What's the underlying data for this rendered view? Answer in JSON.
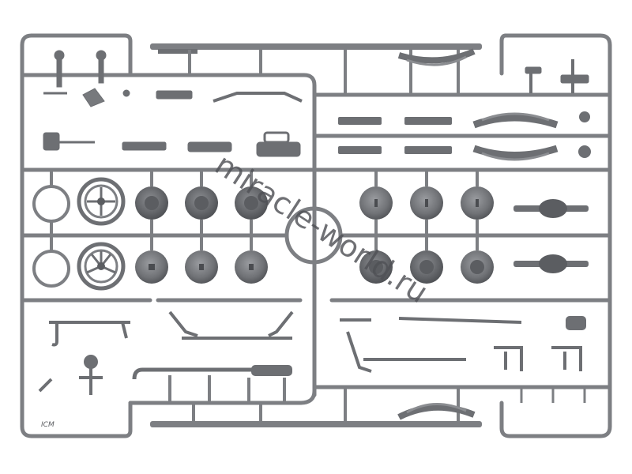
{
  "watermark": {
    "text": "miracle-world.ru",
    "color": "#5a5a5a"
  },
  "sprue_marking": {
    "text": "ICM"
  },
  "palette": {
    "plastic": "#7d7f83",
    "plastic_dark": "#5b5d61",
    "plastic_light": "#a3a5a9",
    "background": "#ffffff"
  },
  "parts": {
    "wheel_rims": [
      "rim-1",
      "rim-2"
    ],
    "spoked_wheels": [
      "spoked-wheel-1",
      "spoked-wheel-2"
    ],
    "brake_drums_row_1": [
      "drum-1",
      "drum-2",
      "drum-3",
      "drum-4",
      "drum-5",
      "drum-6"
    ],
    "brake_drums_row_2": [
      "drum-7",
      "drum-8",
      "drum-9",
      "drum-10",
      "drum-11",
      "drum-12"
    ],
    "leaf_springs": [
      "leaf-spring-1",
      "leaf-spring-2",
      "leaf-spring-3",
      "leaf-spring-4"
    ],
    "axles": [
      "axle-1",
      "axle-2"
    ],
    "exhaust": [
      "exhaust-pipe"
    ]
  }
}
